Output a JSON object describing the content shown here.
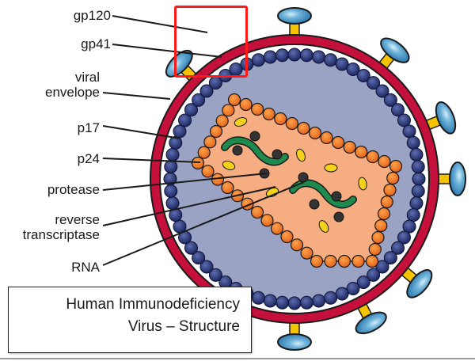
{
  "diagram": {
    "title_line1": "Human Immunodeficiency",
    "title_line2": "Virus – Structure",
    "labels": [
      {
        "id": "gp120",
        "text": "gp120"
      },
      {
        "id": "gp41",
        "text": "gp41"
      },
      {
        "id": "viral-envelope",
        "line1": "viral",
        "line2": "envelope"
      },
      {
        "id": "p17",
        "text": "p17"
      },
      {
        "id": "p24",
        "text": "p24"
      },
      {
        "id": "protease",
        "text": "protease"
      },
      {
        "id": "reverse-transcriptase",
        "line1": "reverse",
        "line2": "transcriptase"
      },
      {
        "id": "rna",
        "text": "RNA"
      }
    ],
    "highlight": {
      "target": "gp120 / gp41 spike",
      "color": "#ff1a1a"
    },
    "colors": {
      "envelope": "#c4103a",
      "matrix_p17": "#1e2a6a",
      "interior": "#9aa3c4",
      "capsid_p24": "#f07a24",
      "capsid_fill": "#f7ad82",
      "rna": "#1f8a4e",
      "enzymes": "#333333",
      "protease_ovals": "#f4d11a",
      "gp120": "#2a7fb8",
      "gp41": "#f5c400"
    }
  }
}
